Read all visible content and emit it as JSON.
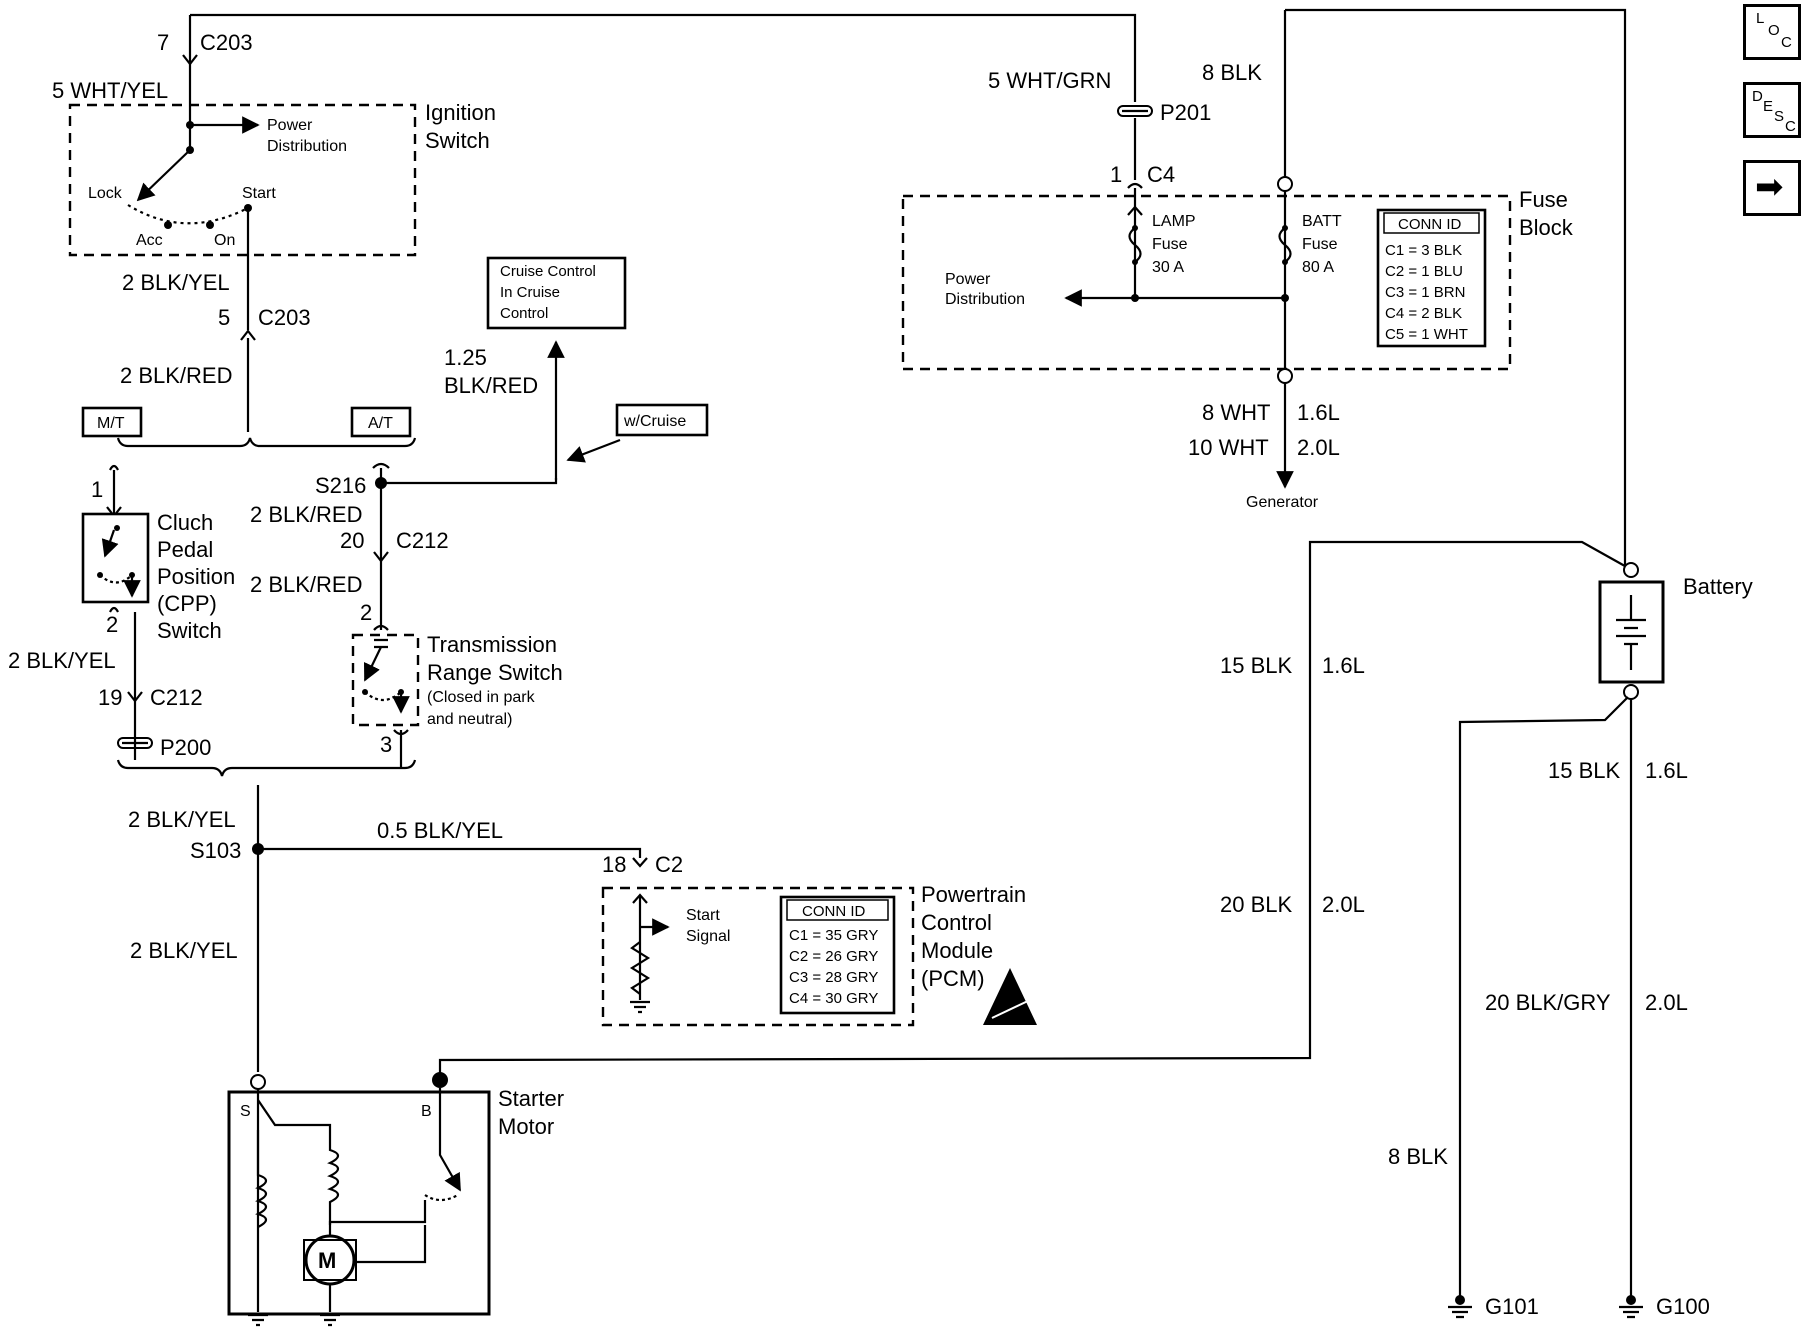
{
  "ignition": {
    "top_pin": "7",
    "top_conn": "C203",
    "top_wire": "5 WHT/YEL",
    "power_dist": [
      "Power",
      "Distribution"
    ],
    "title": [
      "Ignition",
      "Switch"
    ],
    "pos_lock": "Lock",
    "pos_acc": "Acc",
    "pos_on": "On",
    "pos_start": "Start",
    "out_wire": "2 BLK/YEL",
    "out_pin": "5",
    "out_conn": "C203",
    "down_wire": "2 BLK/RED"
  },
  "options": {
    "mt": "M/T",
    "at": "A/T",
    "cruise": "w/Cruise"
  },
  "cruise_module": {
    "lines": [
      "Cruise Control",
      "In Cruise",
      "Control"
    ],
    "wire_gauge": "1.25",
    "wire_color": "BLK/RED"
  },
  "cpp_switch": {
    "title": [
      "Cluch",
      "Pedal",
      "Position",
      "(CPP)",
      "Switch"
    ],
    "pin_in": "1",
    "pin_out": "2",
    "out_wire": "2 BLK/YEL",
    "pin_conn": "19",
    "conn": "C212",
    "passthru": "P200"
  },
  "s216": {
    "splice": "S216",
    "wire1": "2 BLK/RED",
    "pin": "20",
    "conn": "C212",
    "wire2": "2 BLK/RED",
    "pin2": "2"
  },
  "trs": {
    "title": [
      "Transmission",
      "Range Switch"
    ],
    "note": [
      "(Closed in park",
      "and neutral)"
    ],
    "pin_out": "3"
  },
  "s103": {
    "wire_top": "2 BLK/YEL",
    "splice": "S103",
    "wire_side": "0.5 BLK/YEL",
    "wire_bottom": "2 BLK/YEL"
  },
  "pcm": {
    "pin": "18",
    "conn": "C2",
    "signal": [
      "Start",
      "Signal"
    ],
    "title": [
      "Powertrain",
      "Control",
      "Module",
      "(PCM)"
    ],
    "conn_id_header": "CONN ID",
    "conn_ids": [
      "C1 = 35 GRY",
      "C2 = 26 GRY",
      "C3 = 28 GRY",
      "C4 = 30 GRY"
    ]
  },
  "starter": {
    "title": [
      "Starter",
      "Motor"
    ],
    "term_s": "S",
    "term_b": "B",
    "motor": "M"
  },
  "lamp_feed": {
    "wire": "5 WHT/GRN",
    "passthru": "P201",
    "pin": "1",
    "conn": "C4"
  },
  "fuse_block": {
    "title": [
      "Fuse",
      "Block"
    ],
    "lamp_fuse": [
      "LAMP",
      "Fuse",
      "30 A"
    ],
    "batt_fuse": [
      "BATT",
      "Fuse",
      "80 A"
    ],
    "power_dist": [
      "Power",
      "Distribution"
    ],
    "conn_id_header": "CONN ID",
    "conn_ids": [
      "C1 = 3 BLK",
      "C2 = 1 BLU",
      "C3 = 1 BRN",
      "C4 = 2 BLK",
      "C5 = 1 WHT"
    ]
  },
  "batt_feed": {
    "wire": "8 BLK"
  },
  "generator": {
    "wire1": "8 WHT",
    "eng1": "1.6L",
    "wire2": "10 WHT",
    "eng2": "2.0L",
    "label": "Generator"
  },
  "battery": {
    "label": "Battery"
  },
  "starter_cable": {
    "wire1": "15 BLK",
    "eng1": "1.6L",
    "wire2": "20 BLK",
    "eng2": "2.0L"
  },
  "ground_right": {
    "wire1": "15 BLK",
    "eng1": "1.6L",
    "wire2": "20 BLK/GRY",
    "eng2": "2.0L",
    "ground": "G100"
  },
  "ground_left": {
    "wire": "8 BLK",
    "ground": "G101"
  },
  "side_nav": {
    "loc": [
      "L",
      "O",
      "C"
    ],
    "desc": [
      "D",
      "E",
      "S",
      "C"
    ],
    "next_arrow": "➡"
  }
}
